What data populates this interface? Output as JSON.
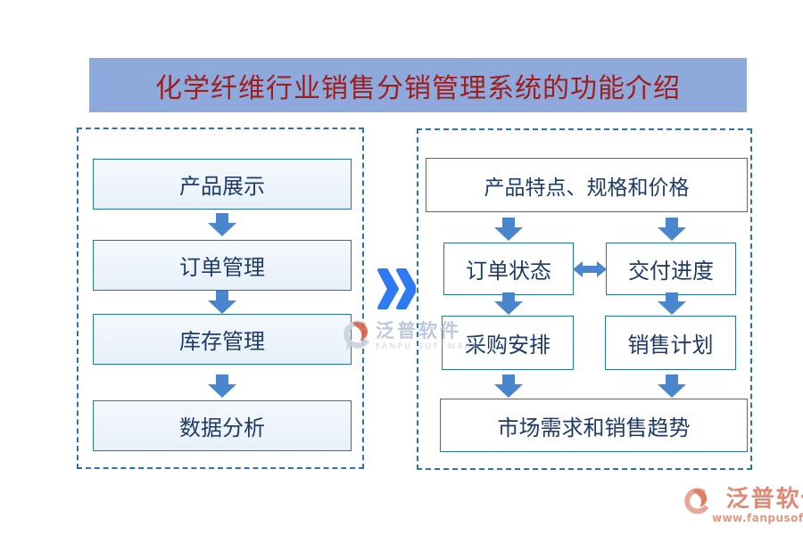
{
  "title": {
    "text": "化学纤维行业销售分销管理系统的功能介绍"
  },
  "left_panel": {
    "items": [
      "产品展示",
      "订单管理",
      "库存管理",
      "数据分析"
    ]
  },
  "right_panel": {
    "top_box": "产品特点、规格和价格",
    "row1": [
      "订单状态",
      "交付进度"
    ],
    "row2": [
      "采购安排",
      "销售计划"
    ],
    "bottom_box": "市场需求和销售趋势"
  },
  "watermark_center": {
    "brand": "泛普软件",
    "subtitle": "FANPU SOFTWARE"
  },
  "watermark_corner": {
    "brand": "泛普软件",
    "url": "www.fanpusoft.com"
  },
  "icons": {
    "flow_connector": "arrow-down-icon",
    "exchange": "double-arrow-horizontal-icon",
    "transition": "double-chevron-right-icon",
    "logo": "fanpu-logo-icon"
  },
  "colors": {
    "banner_bg": "#8ea9dc",
    "title_text": "#a21c1a",
    "box_border": "#2272b4",
    "box_text": "#1e3a68",
    "left_box_fill": "#e9f2fa",
    "right_box_fill": "#ffffff",
    "arrow_blue": "#4a86cd",
    "chevron_blue": "#2e7af2",
    "dashed_border": "#2a72b8",
    "watermark_blue_gray": "#b7c3da",
    "watermark_salmon": "#e08a76"
  }
}
